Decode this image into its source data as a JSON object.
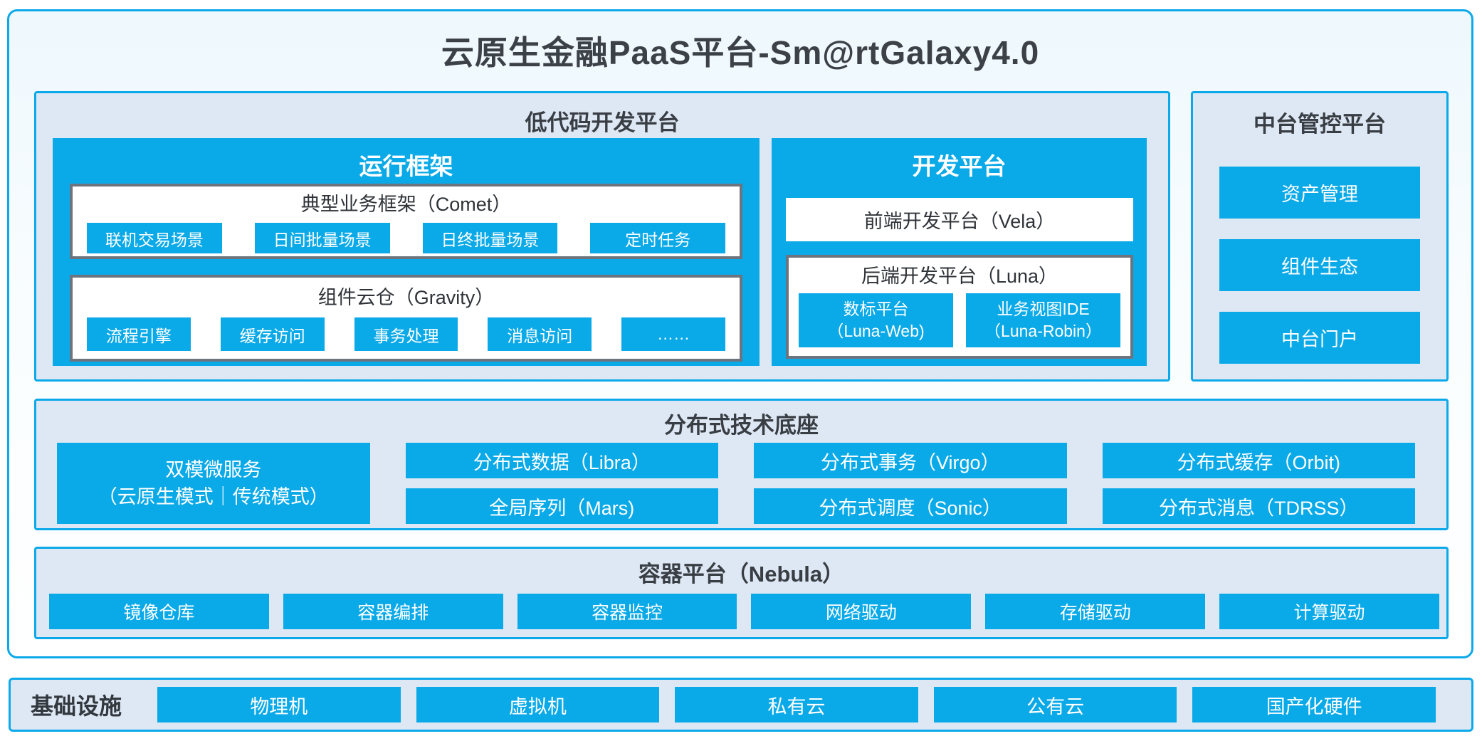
{
  "page": {
    "title": "云原生金融PaaS平台-Sm@rtGalaxy4.0"
  },
  "colors": {
    "accent_blue": "#0aa9e8",
    "border_blue": "#0ca9ea",
    "panel_background": "#dee8f4",
    "gray_box_border": "#6e747e",
    "dark_text": "#3a3f46",
    "white_text": "#ffffff"
  },
  "lowcode": {
    "title": "低代码开发平台",
    "runtime": {
      "title": "运行框架",
      "comet": {
        "title": "典型业务框架（Comet）",
        "items": [
          "联机交易场景",
          "日间批量场景",
          "日终批量场景",
          "定时任务"
        ]
      },
      "gravity": {
        "title": "组件云仓（Gravity）",
        "items": [
          "流程引擎",
          "缓存访问",
          "事务处理",
          "消息访问",
          "……"
        ]
      }
    },
    "dev": {
      "title": "开发平台",
      "vela": "前端开发平台（Vela）",
      "luna": {
        "title": "后端开发平台（Luna）",
        "items": [
          {
            "line1": "数标平台",
            "line2": "（Luna-Web)"
          },
          {
            "line1": "业务视图IDE",
            "line2": "（Luna-Robin）"
          }
        ]
      }
    }
  },
  "midplatform": {
    "title": "中台管控平台",
    "items": [
      "资产管理",
      "组件生态",
      "中台门户"
    ]
  },
  "distributed": {
    "title": "分布式技术底座",
    "dual": {
      "line1": "双模微服务",
      "line2": "（云原生模式｜传统模式）"
    },
    "col1": [
      "分布式数据（Libra）",
      "全局序列（Mars)"
    ],
    "col2": [
      "分布式事务（Virgo）",
      "分布式调度（Sonic）"
    ],
    "col3": [
      "分布式缓存（Orbit)",
      "分布式消息（TDRSS）"
    ]
  },
  "container": {
    "title": "容器平台（Nebula）",
    "items": [
      "镜像仓库",
      "容器编排",
      "容器监控",
      "网络驱动",
      "存储驱动",
      "计算驱动"
    ]
  },
  "infrastructure": {
    "title": "基础设施",
    "items": [
      "物理机",
      "虚拟机",
      "私有云",
      "公有云",
      "国产化硬件"
    ]
  }
}
